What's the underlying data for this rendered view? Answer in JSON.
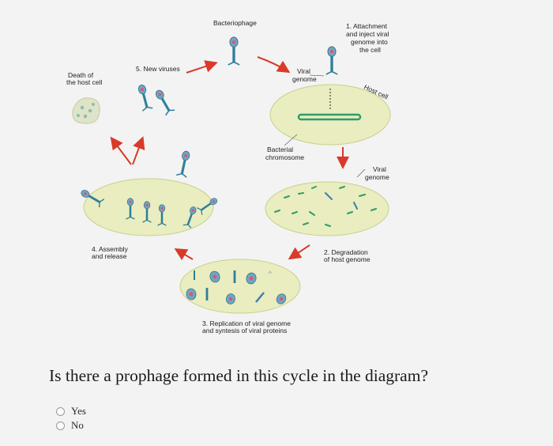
{
  "diagram": {
    "labels": {
      "bacteriophage": "Bacteriophage",
      "step1_line1": "1. Attachment",
      "step1_line2": "and inject viral",
      "step1_line3": "genome into",
      "step1_line4": "the cell",
      "host_cell": "Host cell",
      "viral_genome_top_1": "Viral",
      "viral_genome_top_2": "genome",
      "new_viruses": "5. New viruses",
      "death_1": "Death of",
      "death_2": "the host cell",
      "bacterial_chromosome_1": "Bacterial",
      "bacterial_chromosome_2": "chromosome",
      "viral_genome_right_1": "Viral",
      "viral_genome_right_2": "genome",
      "assembly_1": "4. Assembly",
      "assembly_2": "and release",
      "degradation_1": "2. Degradation",
      "degradation_2": "of host genome",
      "replication_1": "3. Replication of viral genome",
      "replication_2": "and syntesis of viral proteins"
    }
  },
  "question": {
    "text": "Is there a prophage formed in this cycle in the diagram?",
    "options": [
      "Yes",
      "No"
    ],
    "selected": null
  }
}
